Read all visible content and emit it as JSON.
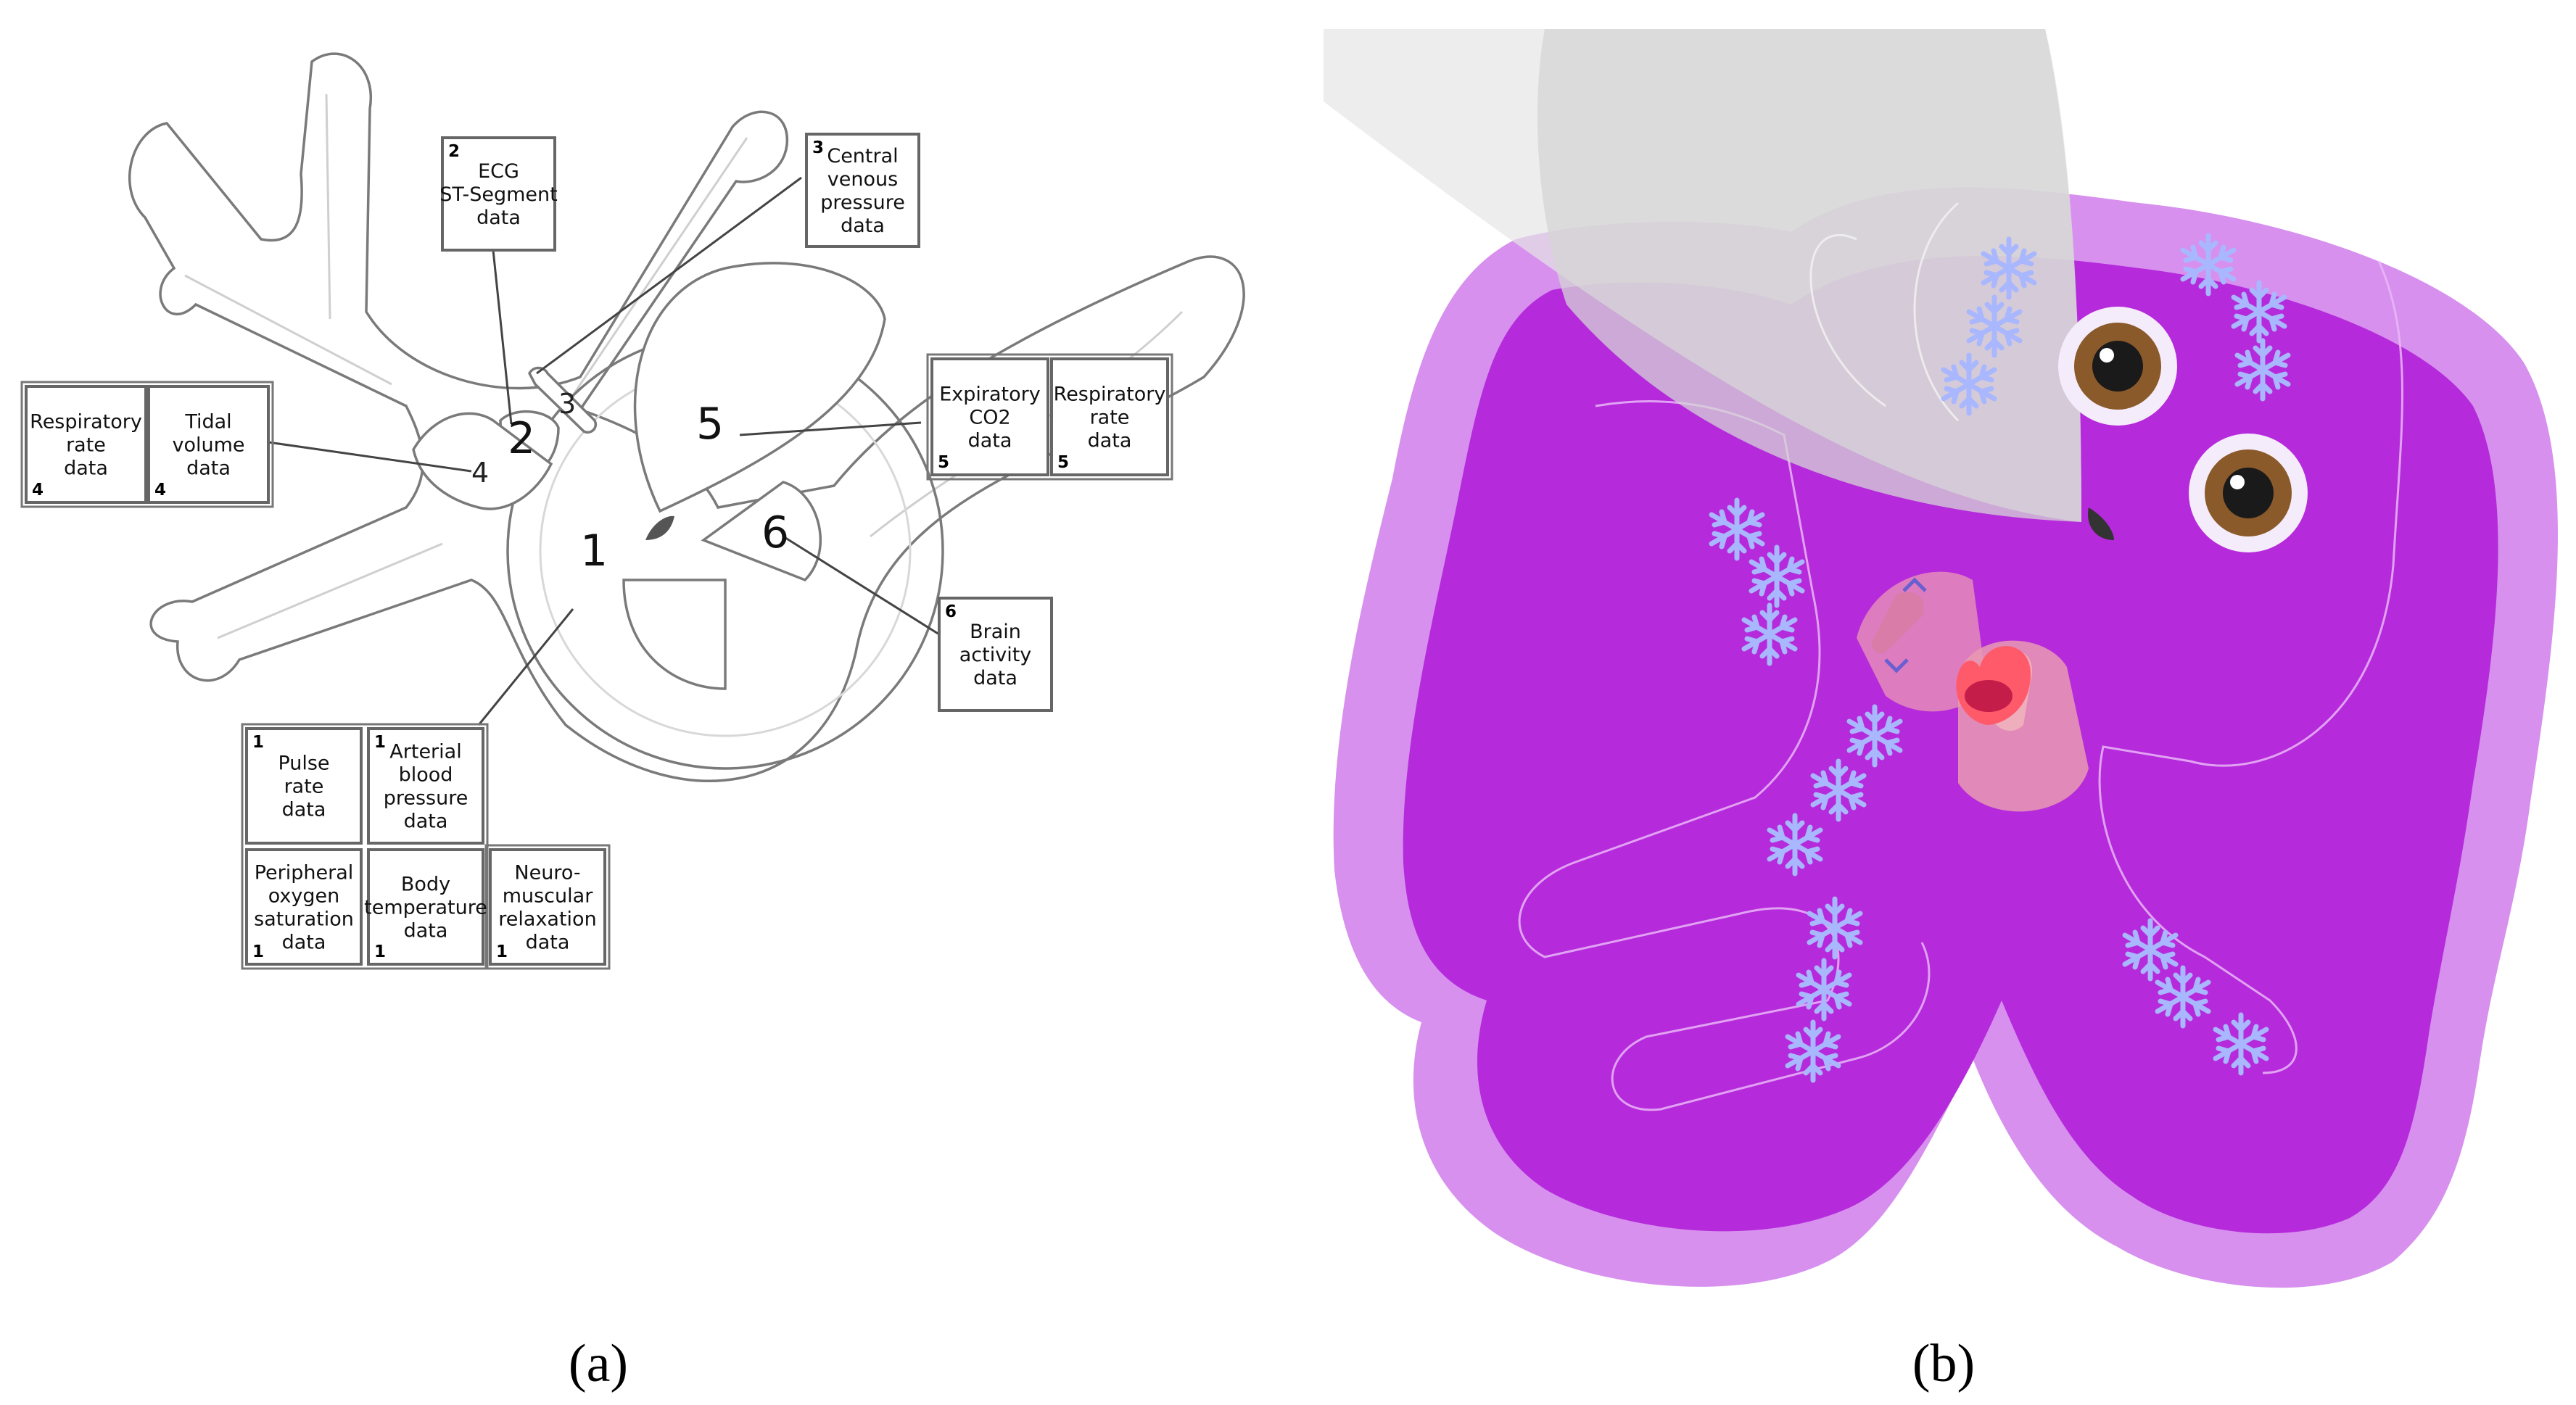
{
  "captions": {
    "left": "(a)",
    "right": "(b)"
  },
  "zones": [
    "1",
    "2",
    "3",
    "4",
    "5",
    "6"
  ],
  "boxes": [
    {
      "idx": "2",
      "lines": [
        "ECG",
        "ST-Segment",
        "data"
      ]
    },
    {
      "idx": "3",
      "lines": [
        "Central",
        "venous",
        "pressure",
        "data"
      ]
    },
    {
      "idx": "4",
      "lines": [
        "Respiratory",
        "rate",
        "data"
      ]
    },
    {
      "idx": "4",
      "lines": [
        "Tidal",
        "volume",
        "data"
      ]
    },
    {
      "idx": "5",
      "lines": [
        "Expiratory",
        "CO2",
        "data"
      ]
    },
    {
      "idx": "5",
      "lines": [
        "Respiratory",
        "rate",
        "data"
      ]
    },
    {
      "idx": "6",
      "lines": [
        "Brain",
        "activity",
        "data"
      ]
    },
    {
      "idx": "1",
      "lines": [
        "Pulse",
        "rate",
        "data"
      ]
    },
    {
      "idx": "1",
      "lines": [
        "Arterial",
        "blood",
        "pressure",
        "data"
      ]
    },
    {
      "idx": "1",
      "lines": [
        "Peripheral",
        "oxygen",
        "saturation",
        "data"
      ]
    },
    {
      "idx": "1",
      "lines": [
        "Body",
        "temperature",
        "data"
      ]
    },
    {
      "idx": "1",
      "lines": [
        "Neuro-",
        "muscular",
        "relaxation",
        "data"
      ]
    }
  ],
  "colors": {
    "body_outer": "#d790ee",
    "body_inner": "#b52adb",
    "heart": "#ff5a6a",
    "snowflake": "#a9b7ff",
    "eye_iris": "#8a5a2b"
  }
}
